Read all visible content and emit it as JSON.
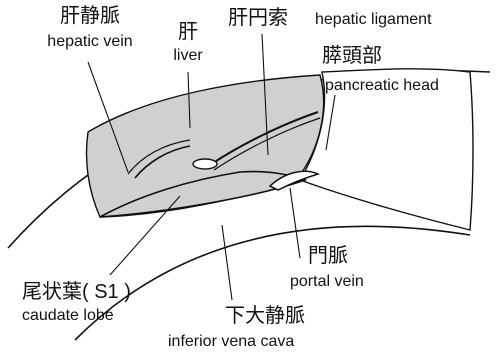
{
  "labels": {
    "hepatic_vein": {
      "ja": "肝静脈",
      "en": "hepatic vein"
    },
    "liver": {
      "ja": "肝",
      "en": "liver"
    },
    "hepatic_ligament": {
      "ja": "肝円索",
      "en": "hepatic ligament"
    },
    "pancreatic_head": {
      "ja": "膵頭部",
      "en": "pancreatic head"
    },
    "caudate_lobe": {
      "ja": "尾状葉( S1 )",
      "en": "caudate lobe"
    },
    "portal_vein": {
      "ja": "門脈",
      "en": "portal vein"
    },
    "inferior_vena_cava": {
      "ja": "下大静脈",
      "en": "inferior vena cava"
    }
  },
  "colors": {
    "liver_fill": "#d0d0d0",
    "outline": "#111111",
    "background": "#ffffff"
  }
}
